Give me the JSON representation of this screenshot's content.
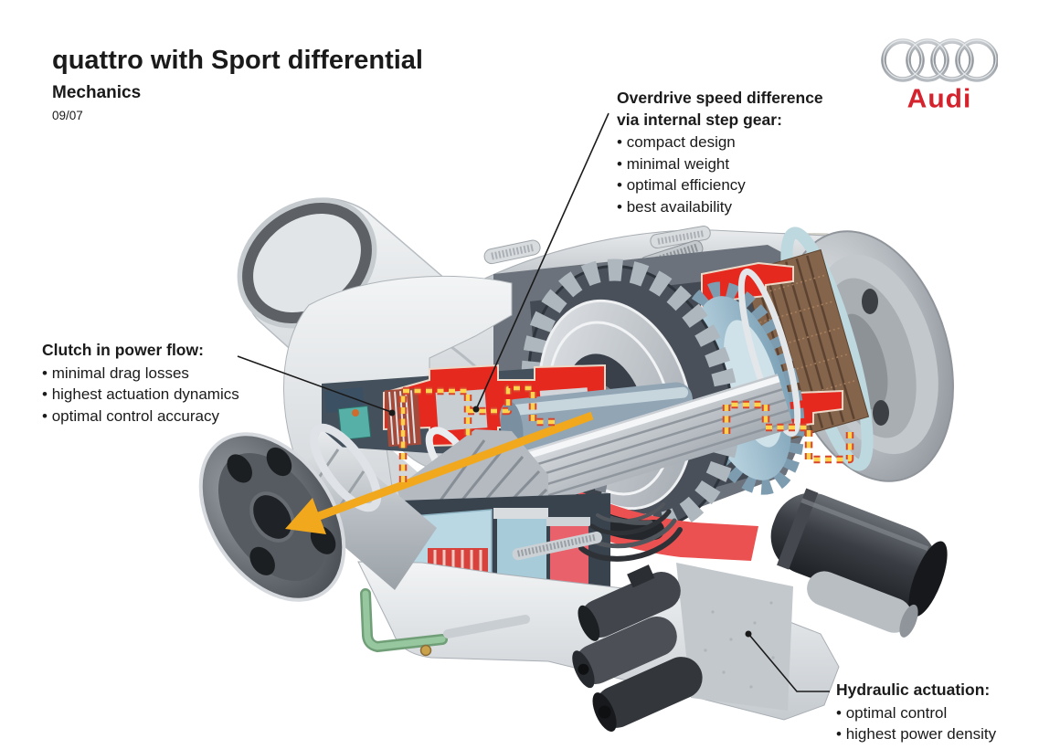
{
  "header": {
    "title": "quattro with Sport differential",
    "subtitle": "Mechanics",
    "date": "09/07"
  },
  "logo": {
    "brand": "Audi"
  },
  "annotations": {
    "overdrive": {
      "title_line1": "Overdrive speed difference",
      "title_line2": "via internal step gear:",
      "bullets": [
        "compact design",
        "minimal weight",
        "optimal efficiency",
        "best availability"
      ]
    },
    "clutch": {
      "title": "Clutch in power flow:",
      "bullets": [
        "minimal drag losses",
        "highest actuation dynamics",
        "optimal control accuracy"
      ]
    },
    "hydraulic": {
      "title": "Hydraulic actuation:",
      "bullets": [
        "optimal control",
        "highest power density"
      ]
    }
  },
  "colors": {
    "audi_red": "#d5232e",
    "cut_surface_red": "#e6291e",
    "salmon_red": "#ea5150",
    "power_flow_yellow": "#f2a81d",
    "dashed_flow_yellow": "#ffd34d",
    "clutch_disc_brown": "#84644b",
    "step_gear_blue": "#8fb3c8",
    "actuator_teal": "#57b0a8",
    "pipe_green": "#97c79e",
    "housing_gray": "#dde1e4",
    "dark_steel": "#3a4048",
    "text": "#1a1a1a"
  }
}
